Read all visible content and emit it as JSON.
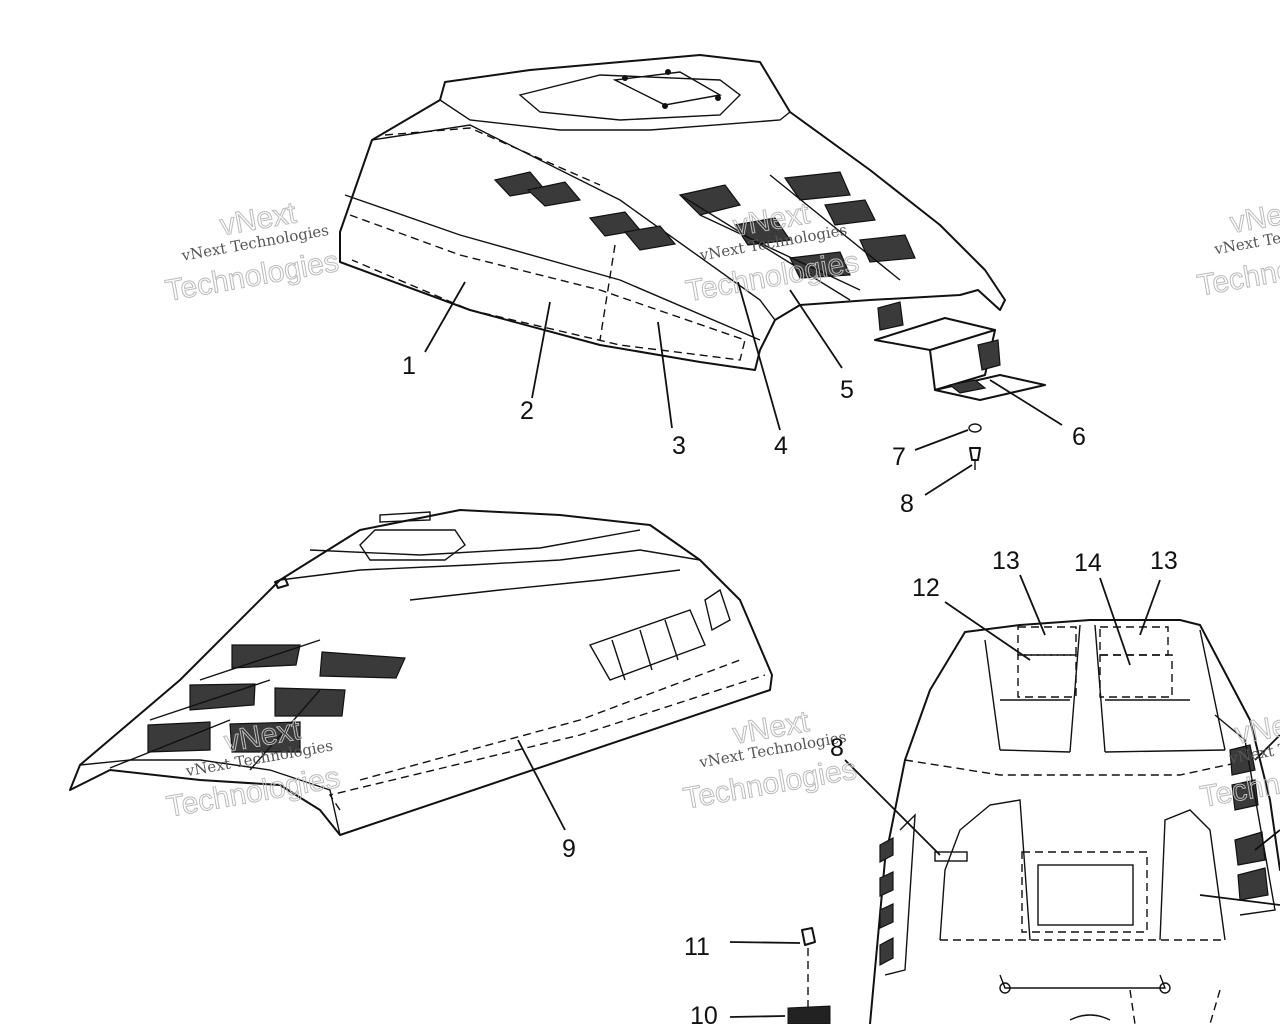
{
  "watermark": {
    "line1": "vNext Technologies",
    "line2": "Technologies",
    "line3": "vNext"
  },
  "callouts": {
    "c1": "1",
    "c2": "2",
    "c3": "3",
    "c4": "4",
    "c5": "5",
    "c6": "6",
    "c7": "7",
    "c8a": "8",
    "c8b": "8",
    "c9": "9",
    "c10": "10",
    "c11": "11",
    "c12": "12",
    "c13a": "13",
    "c13b": "13",
    "c14": "14"
  }
}
